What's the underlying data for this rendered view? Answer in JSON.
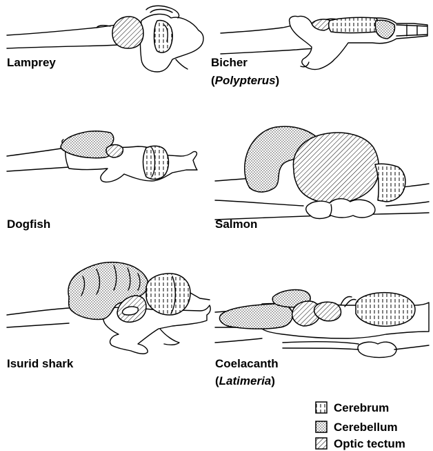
{
  "specimens": [
    {
      "id": "lamprey",
      "name": "Lamprey"
    },
    {
      "id": "bichir",
      "name": "Bicher",
      "genus": "Polypterus"
    },
    {
      "id": "dogfish",
      "name": "Dogfish"
    },
    {
      "id": "salmon",
      "name": "Salmon"
    },
    {
      "id": "isurid",
      "name": "Isurid shark"
    },
    {
      "id": "coelacanth",
      "name": "Coelacanth",
      "genus": "Latimeria"
    }
  ],
  "legend": [
    {
      "key": "cerebrum",
      "label": "Cerebrum",
      "pattern": "vertical-hatch"
    },
    {
      "key": "cerebellum",
      "label": "Cerebellum",
      "pattern": "stipple"
    },
    {
      "key": "optic_tectum",
      "label": "Optic tectum",
      "pattern": "diagonal-hatch"
    }
  ],
  "colors": {
    "ink": "#000000",
    "paper": "#ffffff"
  }
}
